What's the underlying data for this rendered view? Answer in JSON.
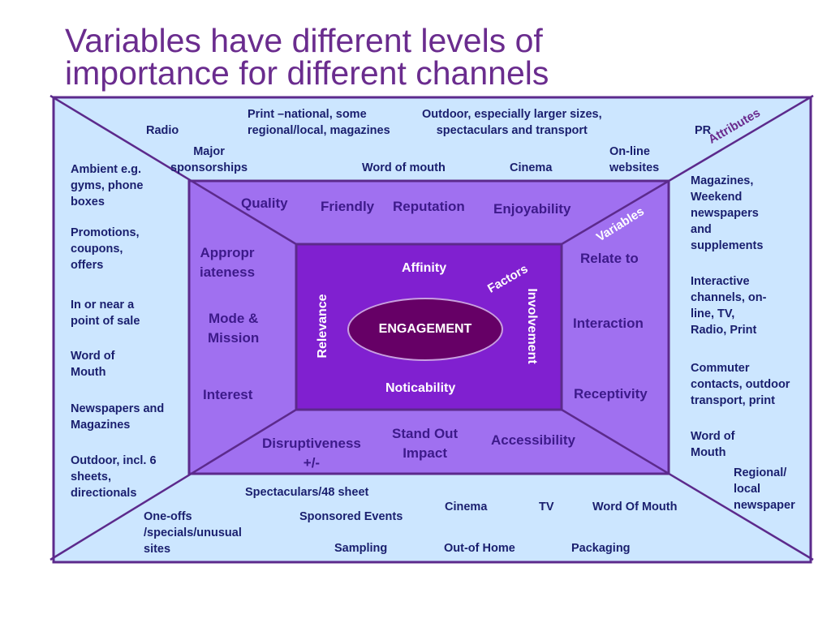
{
  "title": "Variables have different levels of\nimportance for different channels",
  "colors": {
    "title": "#6a2c8e",
    "outer_fill": "#cce6ff",
    "middle_fill": "#a070f0",
    "inner_fill": "#8020d0",
    "center_fill": "#660066",
    "border": "#5c2a8c",
    "channel_text": "#1a1f6e",
    "variable_text": "#3d1a8a"
  },
  "layer_labels": {
    "attributes": "Attributes",
    "variables": "Variables",
    "factors": "Factors"
  },
  "center": "ENGAGEMENT",
  "factors": {
    "top": "Affinity",
    "bottom": "Noticability",
    "left": "Relevance",
    "right": "Involvement"
  },
  "variables": {
    "quality": "Quality",
    "friendly": "Friendly",
    "reputation": "Reputation",
    "enjoyability": "Enjoyability",
    "appropriateness": "Appropr\niateness",
    "mode_mission": "Mode &\nMission",
    "interest": "Interest",
    "relate_to": "Relate to",
    "interaction": "Interaction",
    "receptivity": "Receptivity",
    "disruptiveness": "Disruptiveness\n+/-",
    "stand_out": "Stand Out\nImpact",
    "accessibility": "Accessibility"
  },
  "channels": {
    "top": {
      "radio": "Radio",
      "print": "Print –national, some\nregional/local, magazines",
      "outdoor": "Outdoor, especially larger sizes,\nspectaculars and transport",
      "pr": "PR",
      "major_sponsorships": "Major\nsponsorships",
      "word_of_mouth": "Word of mouth",
      "cinema": "Cinema",
      "online": "On-line\nwebsites"
    },
    "left": {
      "ambient": "Ambient e.g.\ngyms, phone\nboxes",
      "promotions": "Promotions,\ncoupons,\noffers",
      "point_of_sale": "In or near a\npoint of sale",
      "word_of_mouth": "Word of\nMouth",
      "newspapers": "Newspapers and\nMagazines",
      "outdoor": "Outdoor, incl. 6\nsheets,\ndirectionals"
    },
    "right": {
      "magazines": "Magazines,\nWeekend\nnewspapers\nand\nsupplements",
      "interactive": "Interactive\nchannels, on-\nline, TV,\nRadio, Print",
      "commuter": "Commuter\ncontacts, outdoor\ntransport, print",
      "word_of_mouth": "Word of\nMouth",
      "regional": "Regional/\nlocal\nnewspaper"
    },
    "bottom": {
      "spectaculars": "Spectaculars/48 sheet",
      "one_offs": "One-offs\n/specials/unusual\nsites",
      "sponsored_events": "Sponsored Events",
      "cinema": "Cinema",
      "tv": "TV",
      "word_of_mouth": "Word Of Mouth",
      "sampling": "Sampling",
      "out_of_home": "Out-of Home",
      "packaging": "Packaging"
    }
  }
}
